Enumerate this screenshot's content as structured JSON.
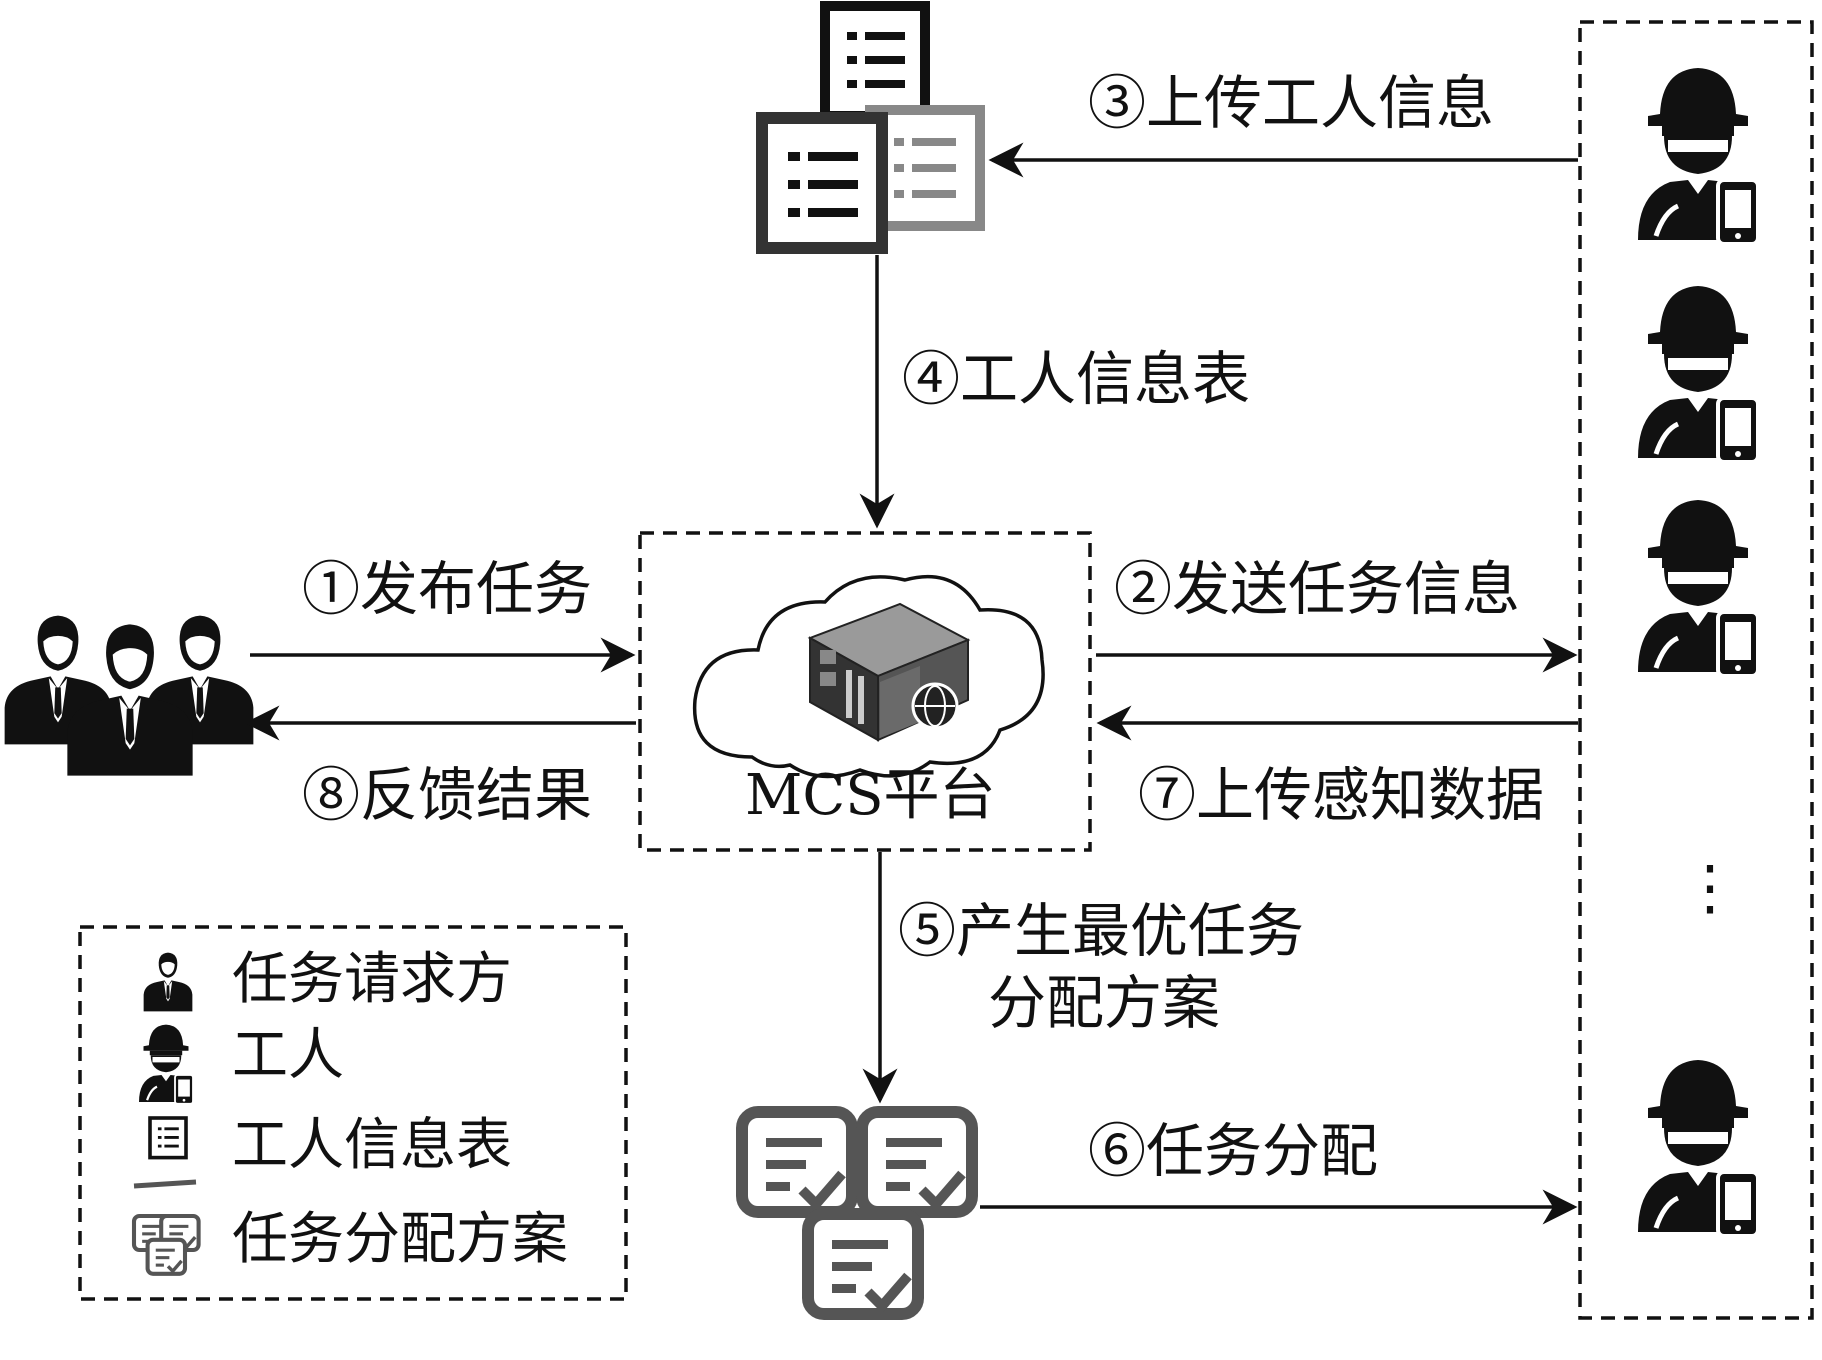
{
  "platform": {
    "label": "MCS平台"
  },
  "steps": {
    "s1": "①发布任务",
    "s2": "②发送任务信息",
    "s3": "③上传工人信息",
    "s4": "④工人信息表",
    "s5_line1": "⑤产生最优任务",
    "s5_line2": "分配方案",
    "s6": "⑥任务分配",
    "s7": "⑦上传感知数据",
    "s8": "⑧反馈结果"
  },
  "workers": {
    "ellipsis": "⋮"
  },
  "legend": {
    "items": [
      {
        "icon": "requester-icon",
        "label": "任务请求方"
      },
      {
        "icon": "worker-icon",
        "label": "工人"
      },
      {
        "icon": "worker-info-table-icon",
        "label": "工人信息表"
      },
      {
        "icon": "assignment-plan-icon",
        "label": "任务分配方案"
      }
    ]
  },
  "colors": {
    "line": "#111111",
    "server_body": "#444444",
    "server_light": "#8a8a8a",
    "doc_light": "#888888"
  }
}
